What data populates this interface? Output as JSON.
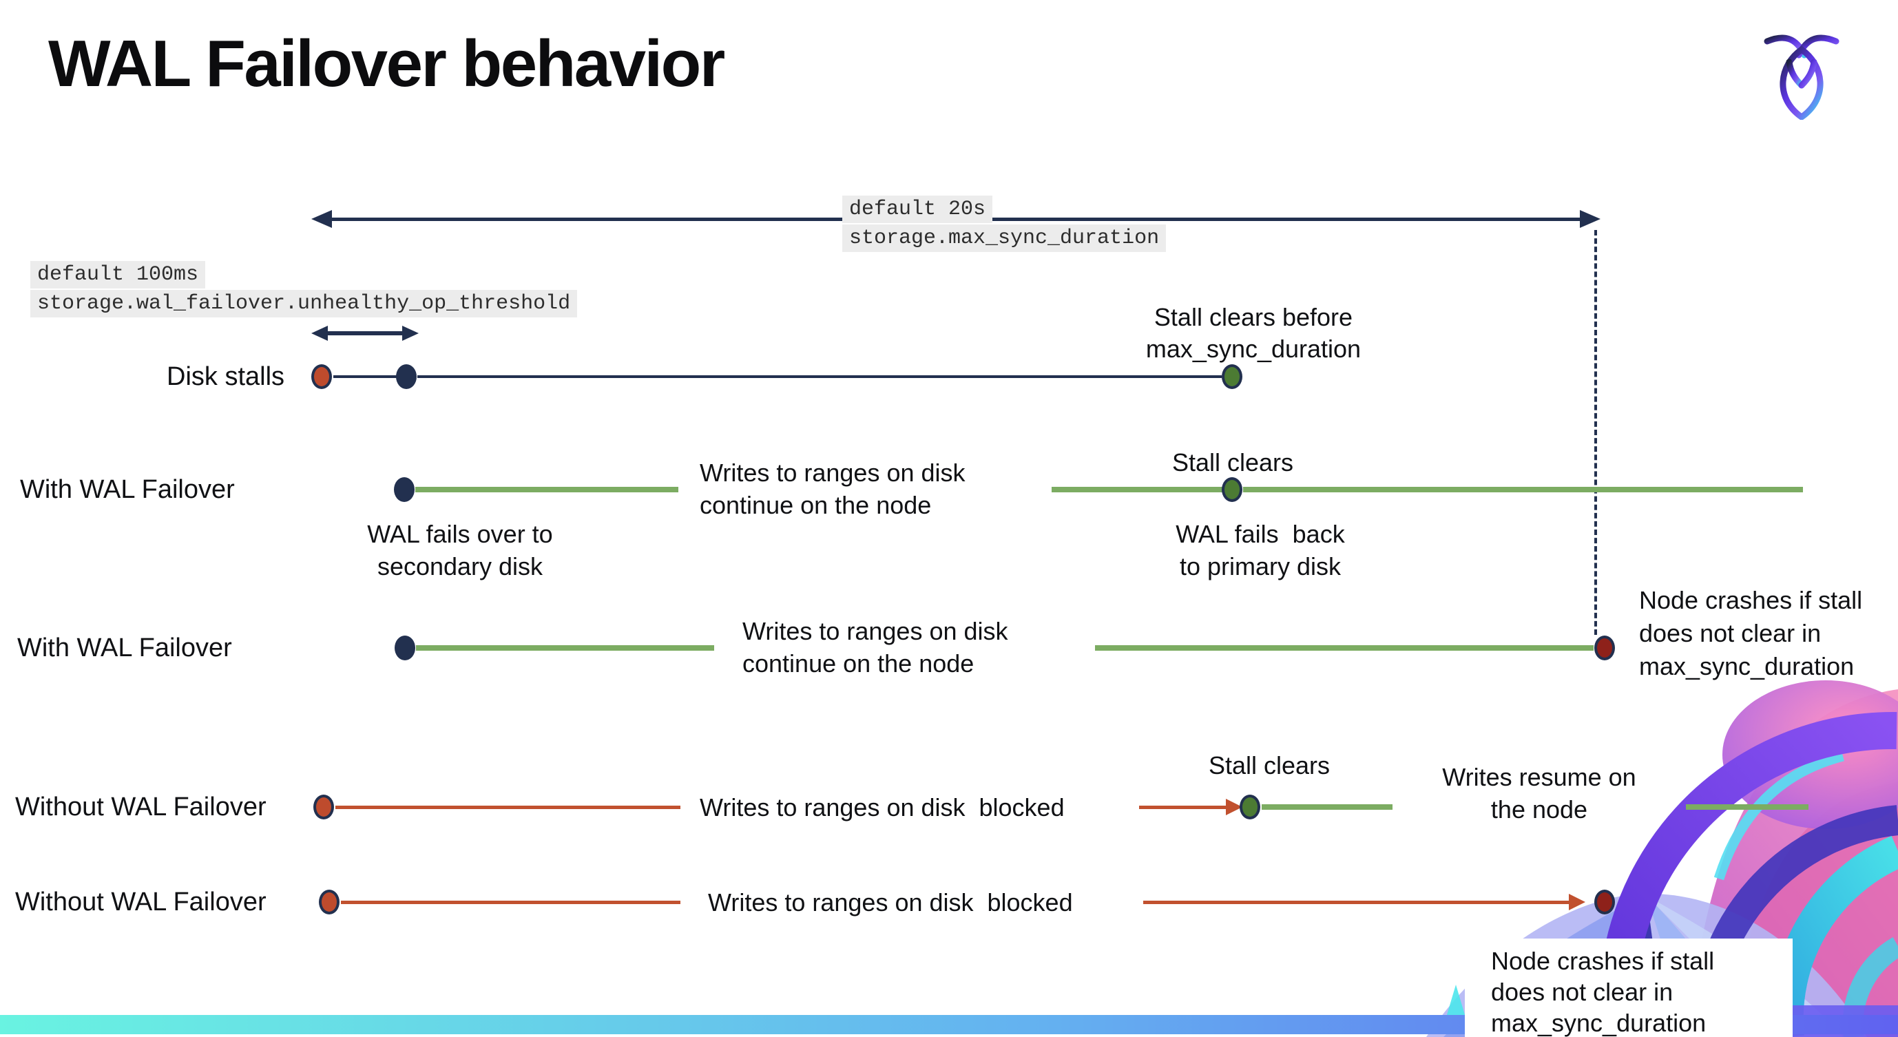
{
  "slide": {
    "title": "WAL Failover behavior"
  },
  "settings": {
    "max_sync_duration": {
      "default_label": "default 20s",
      "setting_name": "storage.max_sync_duration"
    },
    "unhealthy_op_threshold": {
      "default_label": "default 100ms",
      "setting_name": "storage.wal_failover.unhealthy_op_threshold"
    }
  },
  "rows": [
    {
      "label": "Disk stalls"
    },
    {
      "label": "With WAL Failover"
    },
    {
      "label": "With WAL Failover"
    },
    {
      "label": "Without WAL Failover"
    },
    {
      "label": "Without WAL Failover"
    }
  ],
  "annotations": {
    "stall_clears_before": {
      "line1": "Stall clears before",
      "line2": "max_sync_duration"
    },
    "wal_fails_over": {
      "line1": "WAL fails over to",
      "line2": "secondary disk"
    },
    "writes_continue": {
      "line1": "Writes to ranges on disk",
      "line2": "continue on the node"
    },
    "stall_clears": "Stall clears",
    "wal_fails_back": {
      "line1": "WAL fails  back",
      "line2": "to primary disk"
    },
    "node_crashes": {
      "line1": "Node crashes if stall",
      "line2": "does not clear in",
      "line3": "max_sync_duration"
    },
    "writes_blocked": "Writes to ranges on disk  blocked",
    "writes_resume": {
      "line1": "Writes resume on",
      "line2": "the node"
    }
  },
  "icons": {
    "logo": "cockroachdb-mark"
  },
  "colors": {
    "navy": "#22304F",
    "green_line": "#7CAC62",
    "green_dot": "#4C7B33",
    "red_line": "#C1512F",
    "red_dot": "#BE4B2D",
    "dark_red_dot": "#8E211A",
    "code_bg": "#ECECEC",
    "bar_gradient_start": "#69F3E1",
    "bar_gradient_end": "#6062F0"
  }
}
